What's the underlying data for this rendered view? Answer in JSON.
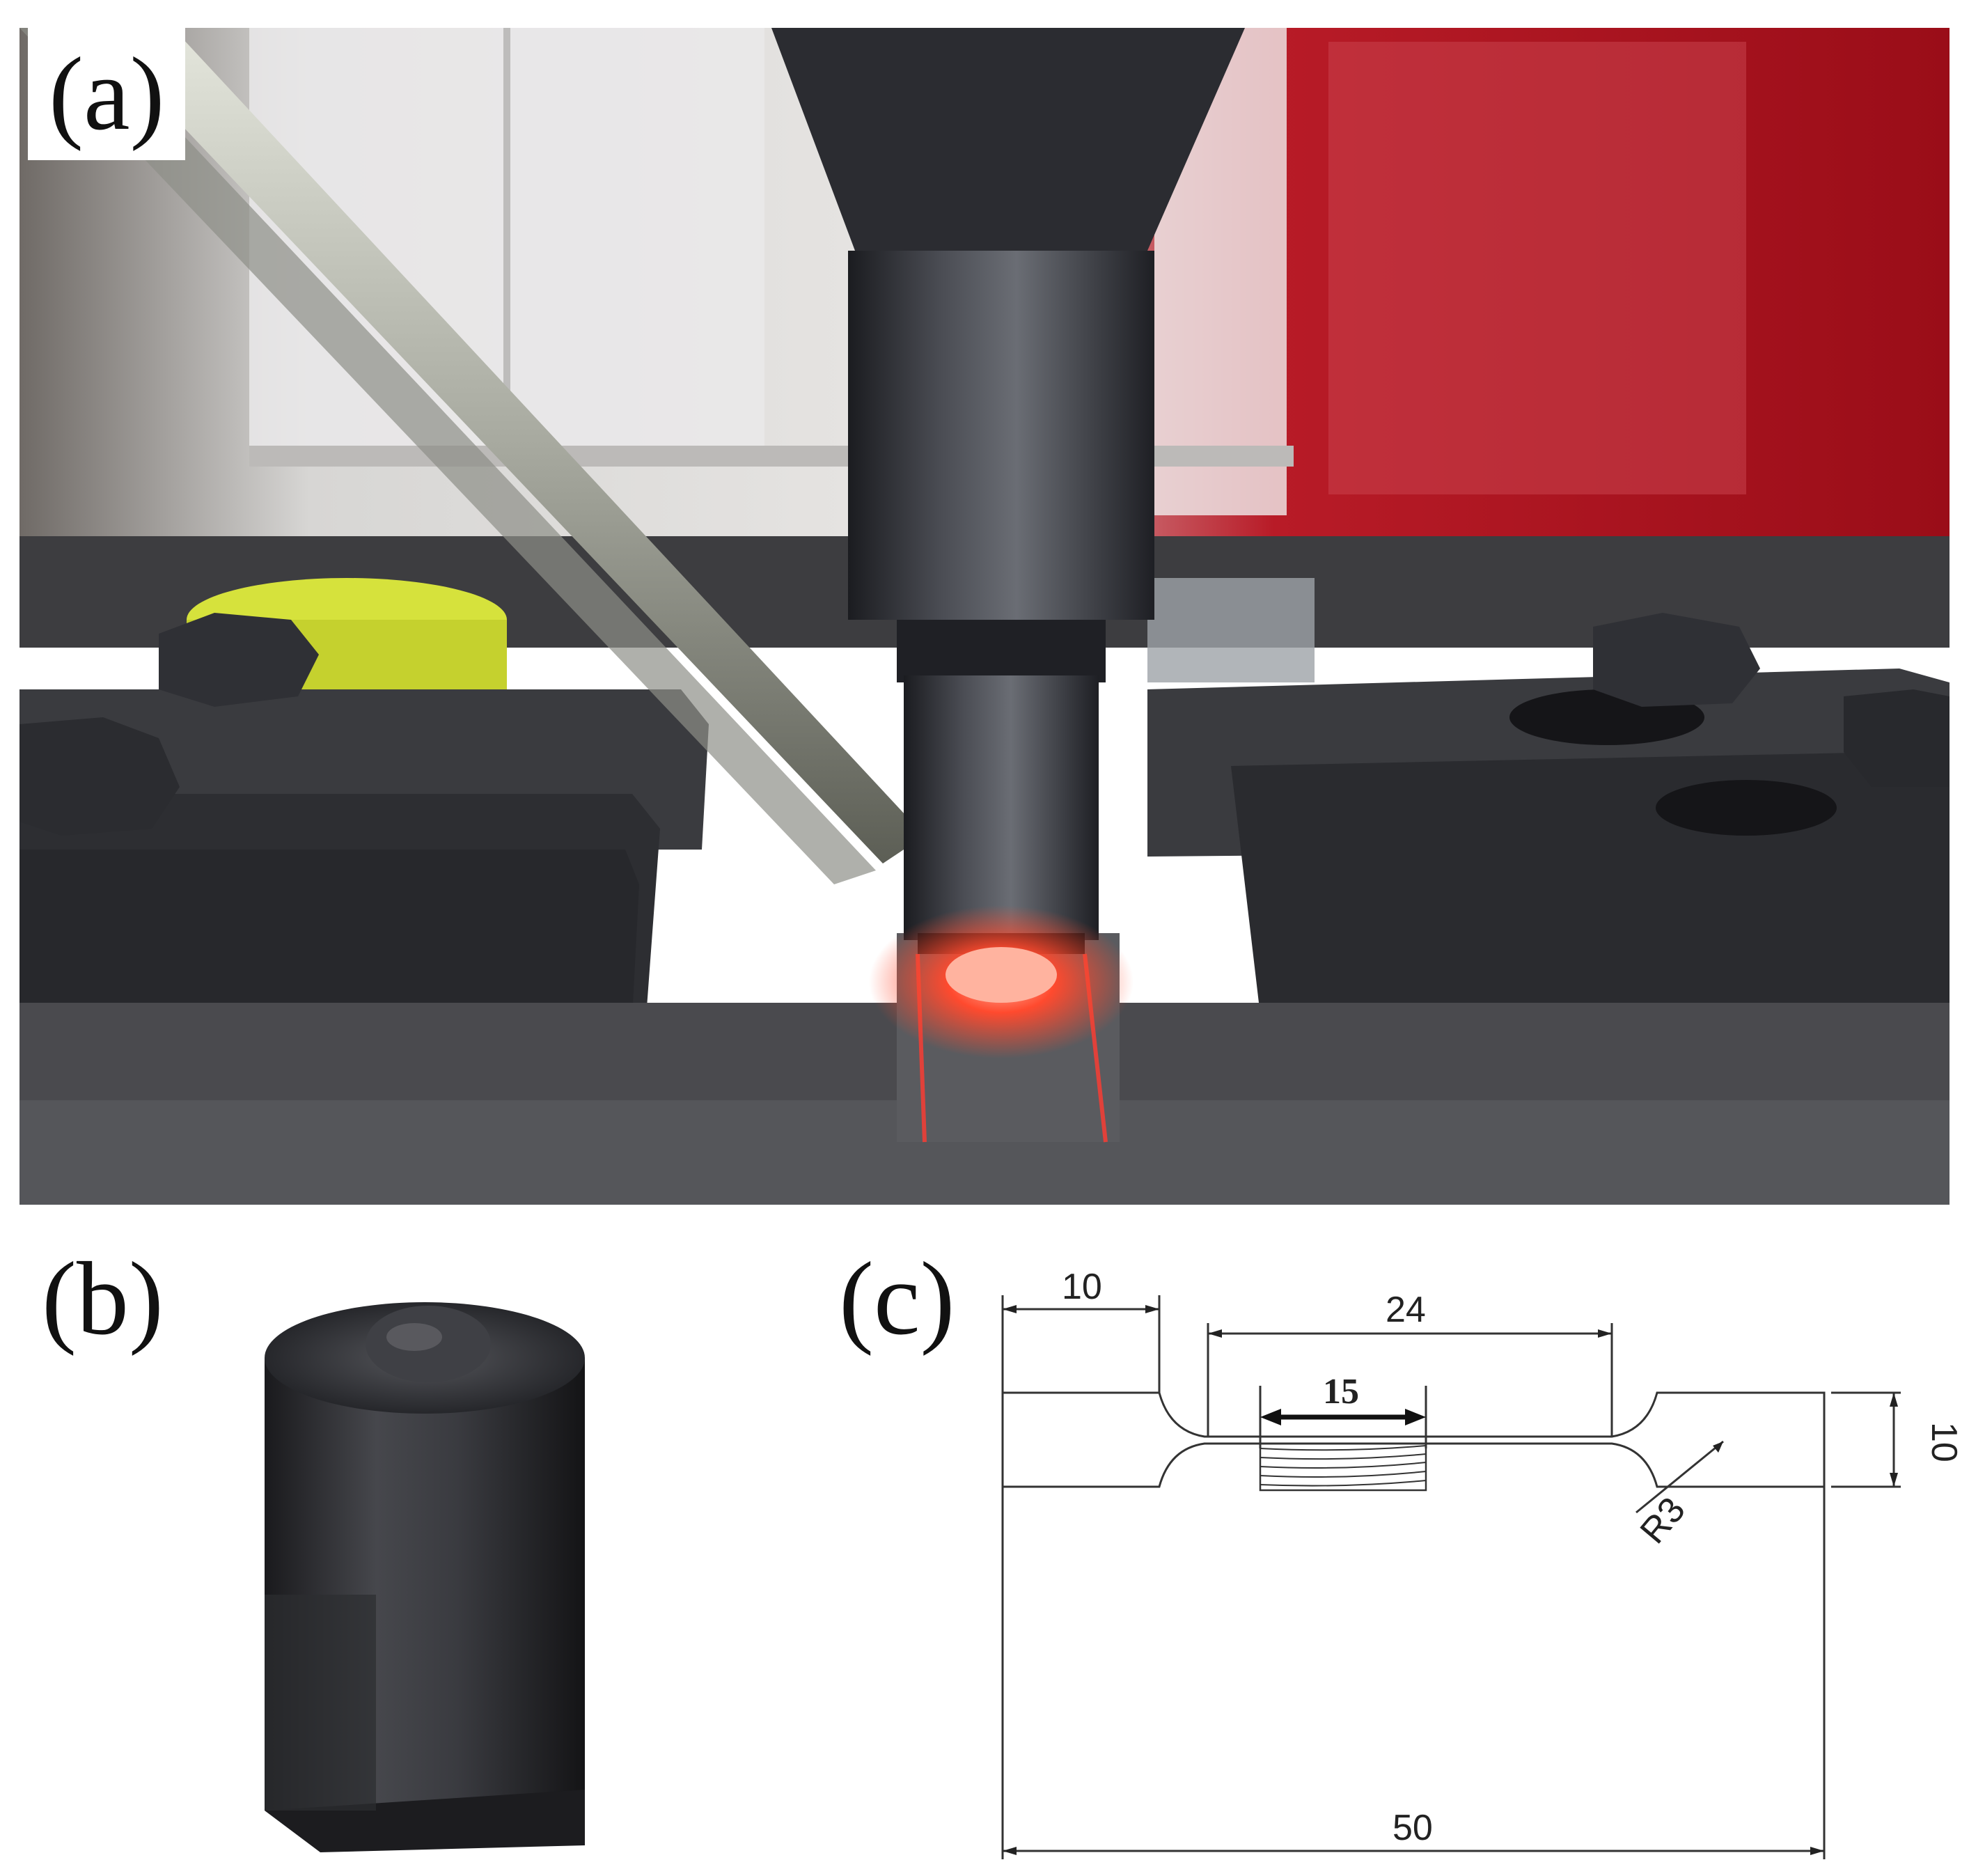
{
  "panels": {
    "a": {
      "label": "(a)"
    },
    "b": {
      "label": "(b)"
    },
    "c": {
      "label": "(c)"
    }
  },
  "drawing": {
    "dim_grip_length": "10",
    "dim_gauge_outer": "24",
    "dim_gauge_inner": "15",
    "dim_width": "10",
    "dim_radius": "R3",
    "dim_total_length": "50"
  },
  "colors": {
    "red_wall": "#b3101c",
    "hot_metal": "#ff4a2e",
    "steel_dark": "#2b2c31",
    "weld_tube": "#c4c6bb",
    "tape_yellow": "#d6e23c"
  }
}
